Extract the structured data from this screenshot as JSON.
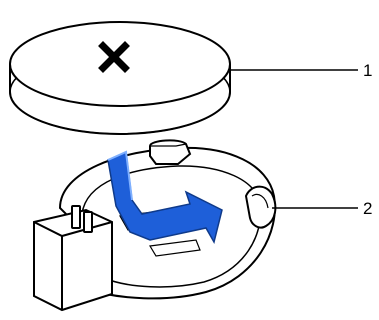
{
  "diagram": {
    "callouts": [
      {
        "number": "1",
        "part": "coin-cell-battery"
      },
      {
        "number": "2",
        "part": "battery-socket"
      }
    ],
    "battery_mark": "✕",
    "colors": {
      "outline": "#000000",
      "fill": "#ffffff",
      "arrow": "#1e5fd9"
    },
    "icons": {
      "arrow": "insertion-arrow-icon"
    }
  }
}
